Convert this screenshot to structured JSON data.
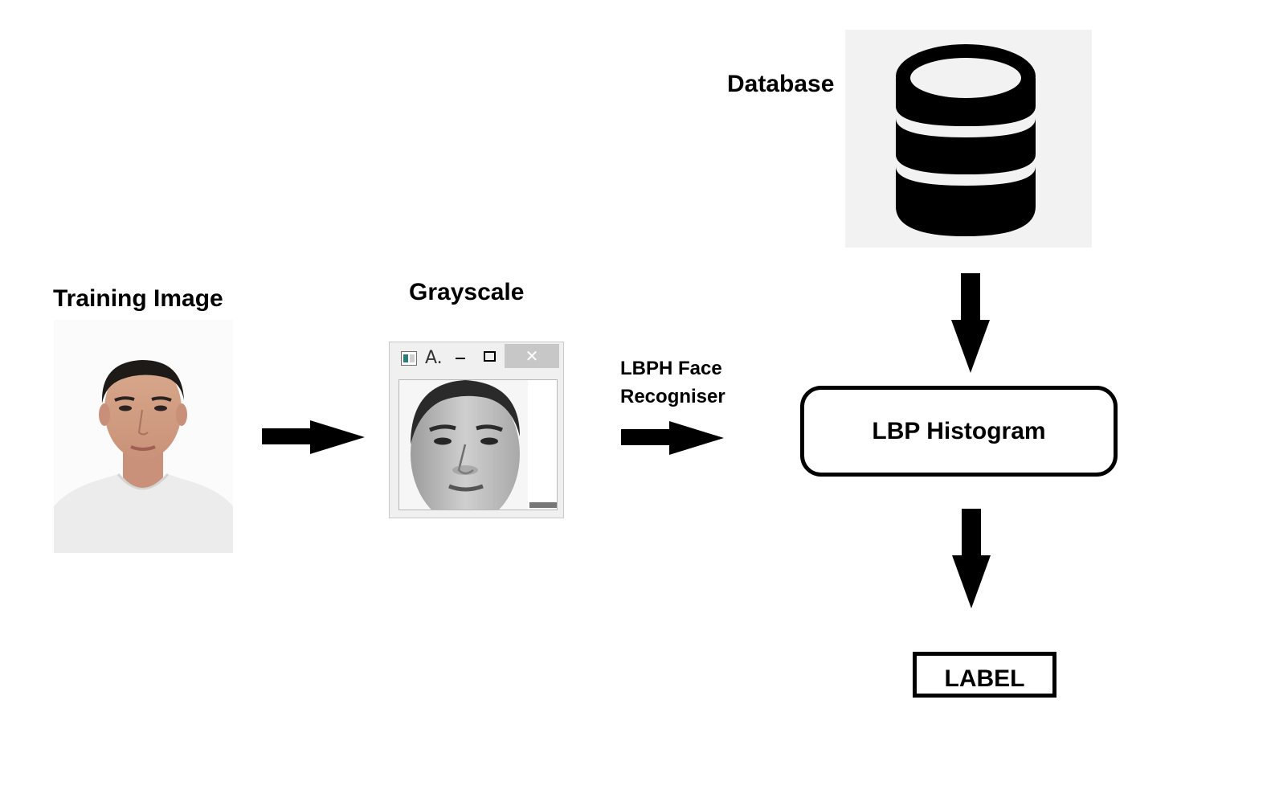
{
  "labels": {
    "training_image": "Training Image",
    "grayscale": "Grayscale",
    "database": "Database",
    "lbph_line1": "LBPH Face",
    "lbph_line2": "Recogniser"
  },
  "grayscale_window": {
    "title": "A.",
    "minimize_glyph": "–",
    "maximize_glyph": "☐",
    "close_glyph": "✕"
  },
  "nodes": {
    "histogram": "LBP Histogram",
    "label": "LABEL"
  },
  "icons": {
    "database": "database-cylinder-icon",
    "arrow": "thick-arrow-icon"
  },
  "colors": {
    "stroke": "#000000",
    "db_panel": "#f2f2f2",
    "window_frame": "#f0f0f0"
  }
}
